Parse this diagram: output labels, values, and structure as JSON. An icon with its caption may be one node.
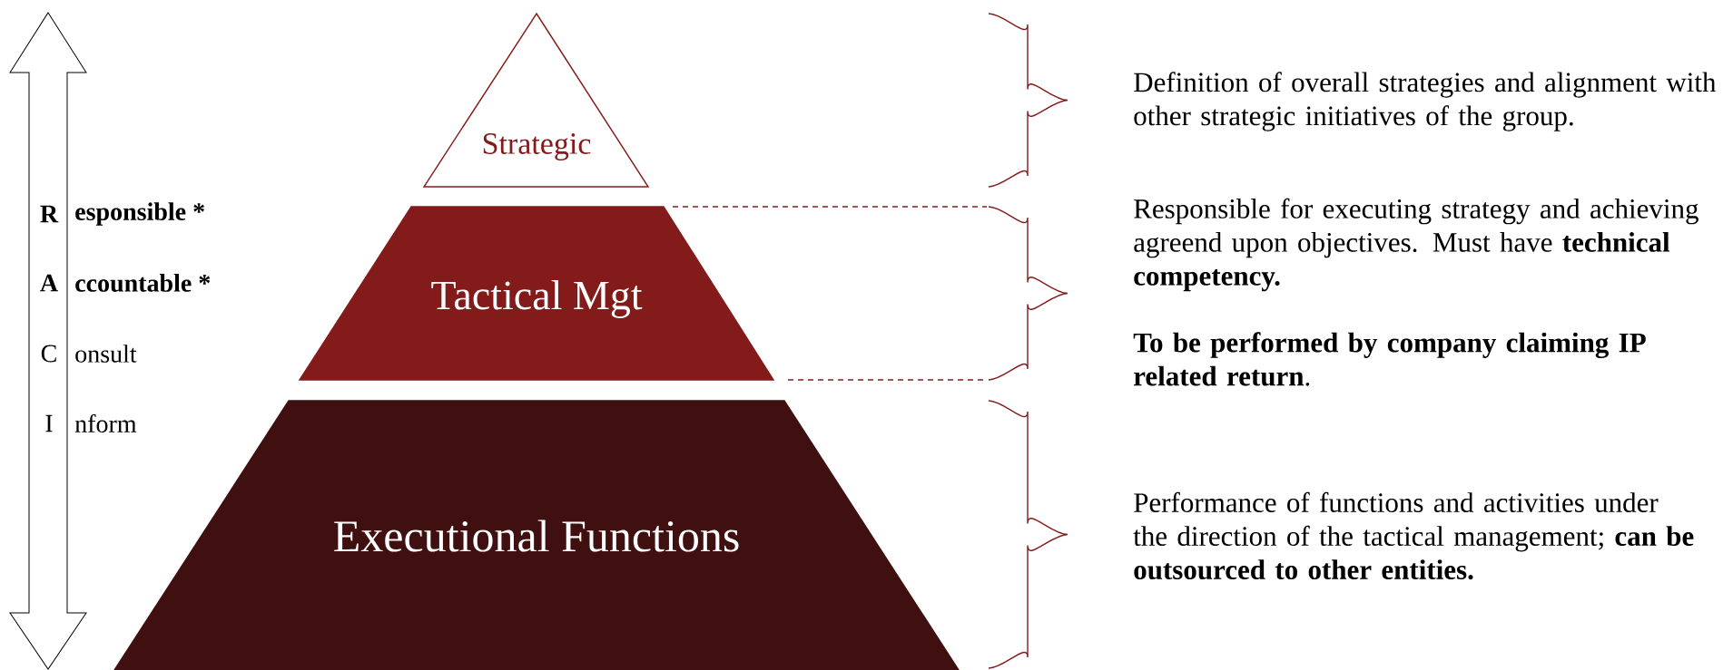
{
  "diagram": {
    "nodes": [
      {
        "text": [
          "Strategic"
        ]
      },
      {
        "text": [
          "Tactical Mgt"
        ]
      },
      {
        "text": [
          "Executional Functions"
        ]
      }
    ],
    "labels": [
      "R",
      "esponsible *",
      "A",
      "ccountable *",
      "C",
      "onsult",
      "I",
      "nform",
      "Definition of overall strategies and alignment with other strategic initiatives of the group.",
      "Responsible for executing strategy and achieving agreend upon objectives. Must have **technical competency.**",
      "**To be performed by company claiming IP related return**.",
      "Performance of functions and activities under the direction of the tactical management; **can be outsourced to other entities.**"
    ]
  }
}
